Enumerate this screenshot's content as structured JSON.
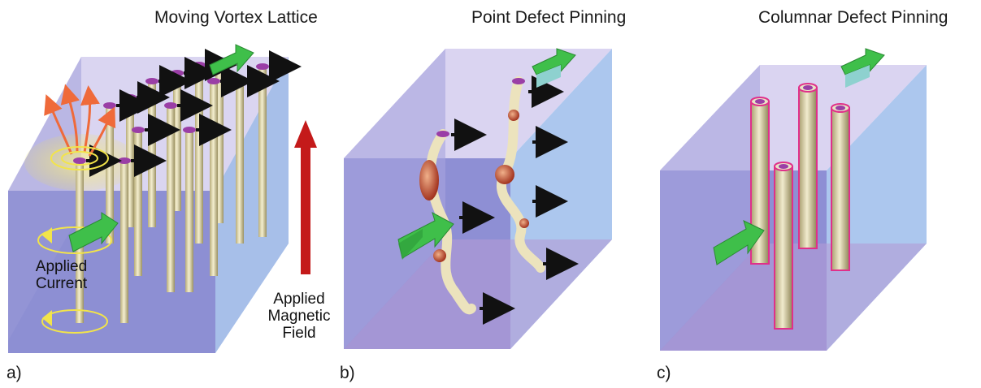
{
  "panels": [
    {
      "id": "a",
      "title": "Moving Vortex Lattice",
      "label": "a)"
    },
    {
      "id": "b",
      "title": "Point Defect Pinning",
      "label": "b)"
    },
    {
      "id": "c",
      "title": "Columnar Defect Pinning",
      "label": "c)"
    }
  ],
  "annotations": {
    "applied_current": "Applied Current",
    "applied_current_line1": "Applied",
    "applied_current_line2": "Current",
    "applied_field_line1": "Applied",
    "applied_field_line2": "Magnetic",
    "applied_field_line3": "Field"
  },
  "colors": {
    "box_front": "#8e8fd4",
    "box_side": "#a9c2ec",
    "box_top": "#c9c4ec",
    "vortex": "#e7dfb3",
    "vortex_head": "#9a3ea6",
    "motion_arrow": "#111111",
    "current_arrow": "#3fbf4a",
    "field_arrow": "#c41a1a",
    "pin_site": "#b8452d",
    "column_outline": "#e0308a",
    "yellow_glow": "#f2e44a",
    "orange_flux": "#ef6a3a"
  }
}
